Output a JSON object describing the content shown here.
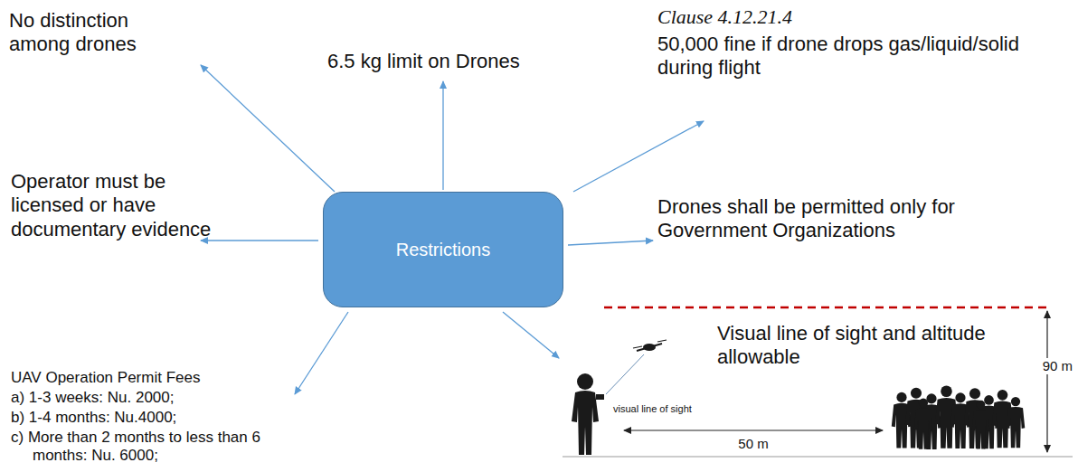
{
  "diagram": {
    "nodes": [
      {
        "text": [
          "Restrictions"
        ]
      }
    ],
    "labels": [
      "No distinction among drones",
      "6.5 kg limit on Drones",
      "Clause 4.12.21.4",
      "50,000 fine if drone drops gas/liquid/solid during flight",
      "Operator must be licensed or have documentary evidence",
      "Drones shall be permitted only for Government Organizations",
      "UAV Operation Permit Fees",
      "a) 1-3 weeks: Nu. 2000;",
      "b) 1-4 months: Nu.4000;",
      "c) More than 2 months to less than 6 months: Nu. 6000;",
      "Visual line of sight and altitude allowable",
      "visual line of sight",
      "50 m",
      "90 m"
    ]
  }
}
